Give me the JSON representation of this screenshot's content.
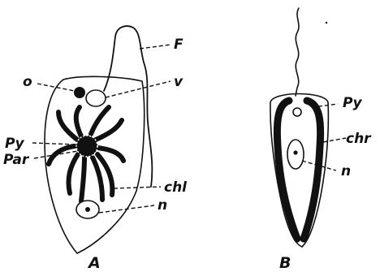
{
  "figure_a": {
    "caption": "A",
    "labels": {
      "f": "F",
      "o": "o",
      "v": "v",
      "py": "Py",
      "par": "Par",
      "chl": "chl",
      "n": "n"
    }
  },
  "figure_b": {
    "caption": "B",
    "labels": {
      "py": "Py",
      "chr": "chr",
      "n": "n"
    }
  }
}
